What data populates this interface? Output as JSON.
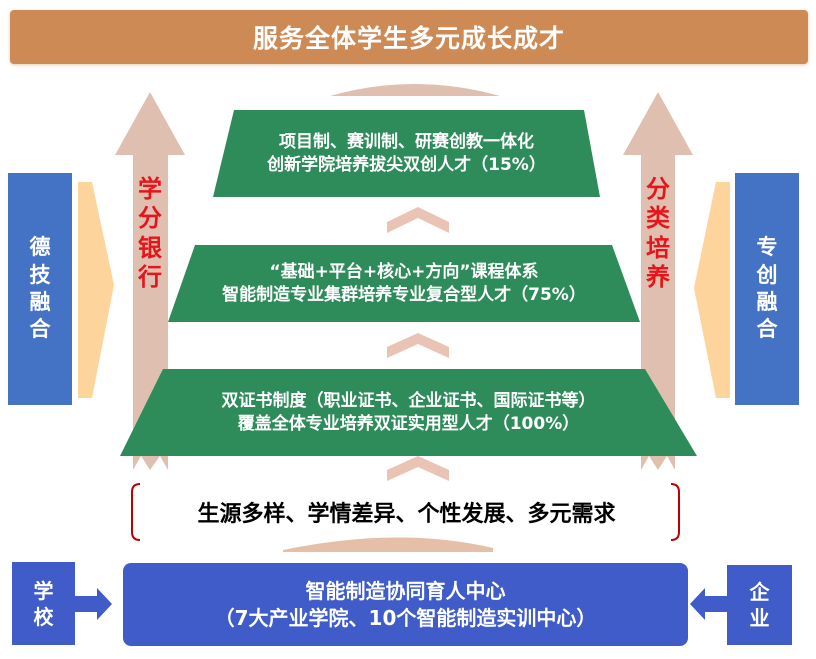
{
  "banner": {
    "title": "服务全体学生多元成长成才"
  },
  "tiers": [
    {
      "level": "top",
      "line1": "项目制、赛训制、研赛创教一体化",
      "line2": "创新学院培养拔尖双创人才（15%）",
      "percent": "15%"
    },
    {
      "level": "middle",
      "line1": "“基础+平台+核心+方向”课程体系",
      "line2": "智能制造专业集群培养专业复合型人才（75%）",
      "percent": "75%"
    },
    {
      "level": "bottom",
      "line1": "双证书制度（职业证书、企业证书、国际证书等）",
      "line2": "覆盖全体专业培养双证实用型人才（100%）",
      "percent": "100%"
    }
  ],
  "left_arrow": {
    "label_chars": [
      "学",
      "分",
      "银",
      "行"
    ]
  },
  "right_arrow": {
    "label_chars": [
      "分",
      "类",
      "培",
      "养"
    ]
  },
  "left_box": {
    "label_chars": [
      "德",
      "技",
      "融",
      "合"
    ]
  },
  "right_box": {
    "label_chars": [
      "专",
      "创",
      "融",
      "合"
    ]
  },
  "needs": {
    "text": "生源多样、学情差异、个性发展、多元需求"
  },
  "center": {
    "line1": "智能制造协同育人中心",
    "line2": "（7大产业学院、10个智能制造实训中心）"
  },
  "school": {
    "label_chars": [
      "学",
      "校"
    ]
  },
  "enterprise": {
    "label_chars": [
      "企",
      "业"
    ]
  },
  "colors": {
    "banner": "#CD8A55",
    "tier_green": "#2E8B5A",
    "arrow_tan": "#DFC0B0",
    "side_blue": "#4472C4",
    "center_blue": "#3F5CC9",
    "peach": "#FDD49B",
    "label_red": "#E8141B",
    "bracket_red": "#C00000"
  }
}
